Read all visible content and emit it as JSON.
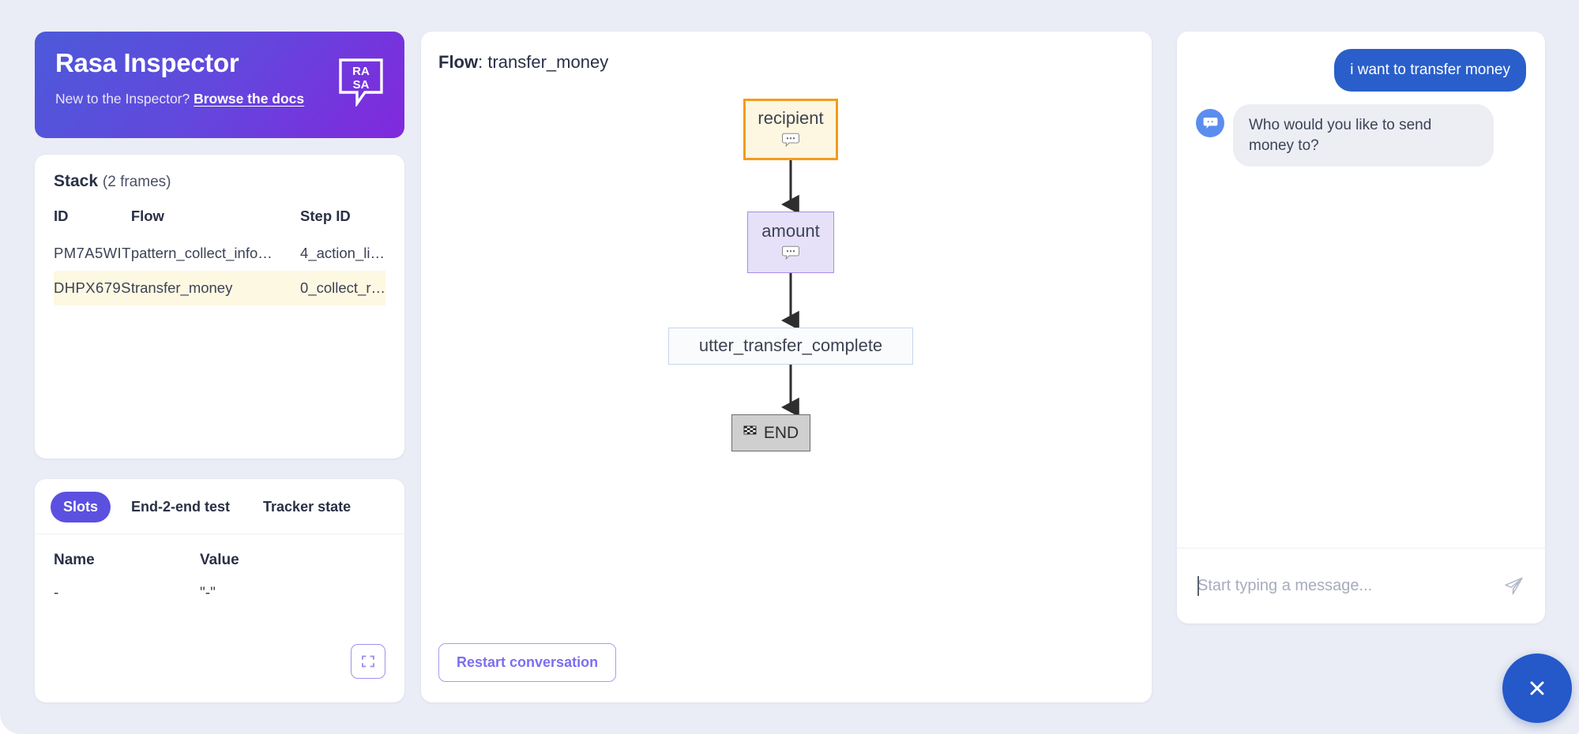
{
  "header": {
    "title": "Rasa Inspector",
    "subtitle_prefix": "New to the Inspector? ",
    "docs_link": "Browse the docs",
    "logo_top": "RA",
    "logo_bottom": "SA",
    "gradient_from": "#4c5ad9",
    "gradient_to": "#8128dd"
  },
  "stack": {
    "title": "Stack",
    "frames_label": "(2 frames)",
    "columns": [
      "ID",
      "Flow",
      "Step ID"
    ],
    "rows": [
      {
        "id": "PM7A5WIT",
        "flow": "pattern_collect_info…",
        "step_id": "4_action_li…",
        "highlighted": false
      },
      {
        "id": "DHPX679S",
        "flow": "transfer_money",
        "step_id": "0_collect_r…",
        "highlighted": true
      }
    ],
    "highlight_color": "#fdf8e2"
  },
  "slots": {
    "tabs": [
      {
        "label": "Slots",
        "active": true
      },
      {
        "label": "End-2-end test",
        "active": false
      },
      {
        "label": "Tracker state",
        "active": false
      }
    ],
    "active_tab_color": "#5b50e0",
    "columns": [
      "Name",
      "Value"
    ],
    "rows": [
      {
        "name": "-",
        "value": "\"-\""
      }
    ],
    "expand_icon": "expand-icon"
  },
  "flow": {
    "label_prefix": "Flow",
    "label_separator": ": ",
    "name": "transfer_money",
    "nodes": [
      {
        "id": "recipient",
        "label": "recipient",
        "icon": "speech-bubble-icon",
        "border": "#f59b1b",
        "fill": "#fdf6e0",
        "active": true
      },
      {
        "id": "amount",
        "label": "amount",
        "icon": "speech-bubble-icon",
        "border": "#a78bec",
        "fill": "#e6e1f8",
        "active": false
      },
      {
        "id": "utter_transfer_complete",
        "label": "utter_transfer_complete",
        "border": "#c5d5ea",
        "fill": "#fafbfd",
        "active": false
      },
      {
        "id": "end",
        "label": "END",
        "icon": "checkered-flag-icon",
        "border": "#6c6c6c",
        "fill": "#cfcfcf",
        "active": false
      }
    ],
    "restart_label": "Restart conversation",
    "restart_color": "#7c6ff0"
  },
  "chat": {
    "messages": [
      {
        "sender": "user",
        "text": "i want to transfer money"
      },
      {
        "sender": "bot",
        "text": "Who would you like to send money to?"
      }
    ],
    "user_bubble_color": "#2a5fcb",
    "bot_bubble_color": "#eceef4",
    "avatar_icon": "chat-bubble-icon",
    "input_value": "",
    "input_placeholder": "Start typing a message...",
    "send_icon": "send-paper-plane-icon"
  },
  "fab": {
    "icon": "close-icon",
    "color": "#2558c8"
  }
}
